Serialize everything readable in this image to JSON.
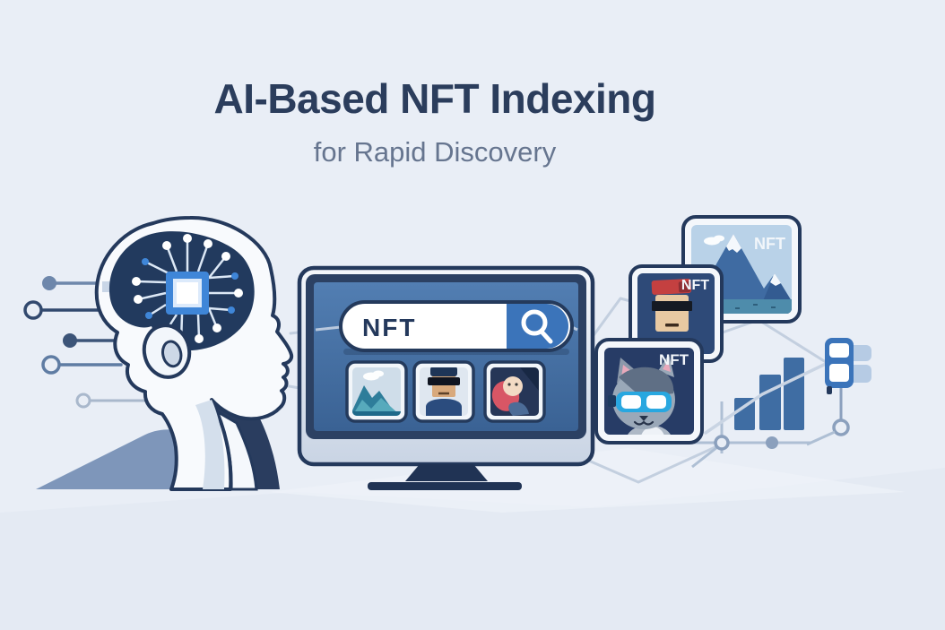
{
  "header": {
    "title": "AI-Based NFT Indexing",
    "subtitle": "for Rapid Discovery"
  },
  "monitor": {
    "search": {
      "query": "NFT",
      "icon": "search-icon"
    },
    "thumbnails": [
      {
        "name": "mountain-landscape-thumbnail"
      },
      {
        "name": "pixel-avatar-cap-sunglasses-thumbnail"
      },
      {
        "name": "pixel-character-red-hood-thumbnail"
      }
    ]
  },
  "nft_cards": [
    {
      "label": "NFT",
      "art": "mountain-landscape"
    },
    {
      "label": "NFT",
      "art": "pixel-man-with-red-cap"
    },
    {
      "label": "NFT",
      "art": "cat-with-blue-goggles"
    }
  ],
  "icons": {
    "brain_chip": "ai-chip-icon",
    "search": "search-icon",
    "data_blocks": "data-blocks-icon"
  },
  "growth_chart": {
    "type": "bar",
    "bars_relative_heights": [
      36,
      62,
      81
    ],
    "trend": "rising"
  },
  "colors": {
    "background": "#e9eef6",
    "outline_navy": "#24395c",
    "title_text": "#2b3d5c",
    "subtitle_text": "#66758f",
    "screen_blue": "#45719f",
    "accent_blue": "#3b74ba",
    "chip_blue": "#3f86d8",
    "card_navy": "#2c4470",
    "bar_blue": "#3f6da3",
    "connector_gray": "#c3cfdf"
  }
}
